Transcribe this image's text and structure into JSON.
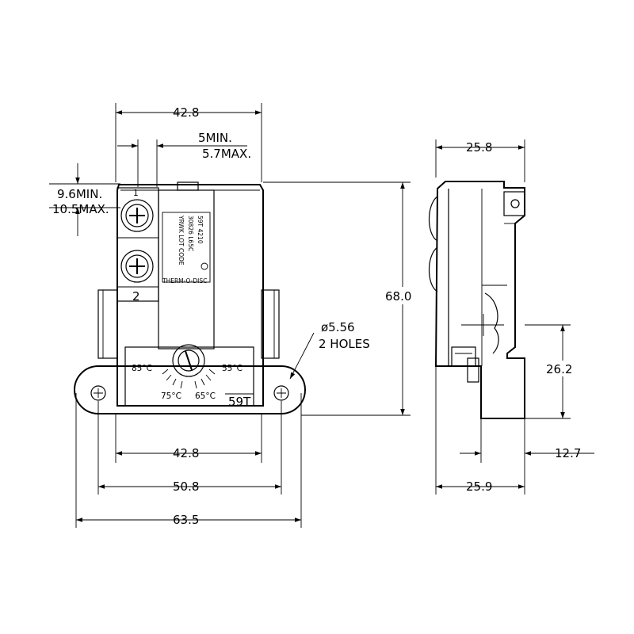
{
  "dimensions": {
    "top_width": "42.8",
    "min_label": "5MIN.",
    "max_label": "5.7MAX.",
    "left_min": "9.6MIN.",
    "left_max": "10.5MAX.",
    "height": "68.0",
    "bottom_inner": "42.8",
    "bottom_mid": "50.8",
    "bottom_outer": "63.5",
    "side_top": "25.8",
    "side_bottom": "25.9",
    "side_height": "26.2",
    "side_offset": "12.7",
    "hole_dia": "ø5.56",
    "hole_count": "2 HOLES"
  },
  "terminals": {
    "t1": "1",
    "t2": "2"
  },
  "label_plate": {
    "line1": "59T 4210",
    "line2": "30826 L65C",
    "line3": "YRWK LOT CODE",
    "brand": "THERM-O-DISC"
  },
  "dial": {
    "t85": "85°C",
    "t55": "55°C",
    "t75": "75°C",
    "t65": "65°C"
  },
  "model": "59T"
}
